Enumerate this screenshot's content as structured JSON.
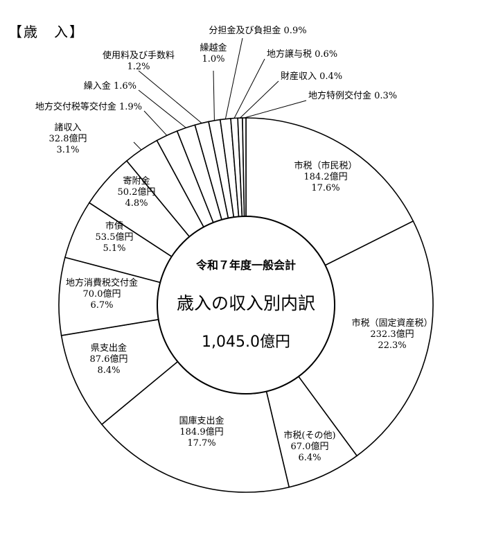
{
  "heading": "【歳　入】",
  "center": {
    "line1": "令和７年度一般会計",
    "line2": "歳入の収入別内訳",
    "line3": "1,045.0億円"
  },
  "chart_data": {
    "type": "pie",
    "title": "歳入の収入別内訳",
    "total": "1,045.0億円",
    "slices": [
      {
        "name": "市税（市民税）",
        "amount": "184.2億円",
        "percent": 17.6,
        "percent_label": "17.6%"
      },
      {
        "name": "市税（固定資産税）",
        "amount": "232.3億円",
        "percent": 22.3,
        "percent_label": "22.3%"
      },
      {
        "name": "市税(その他)",
        "amount": "67.0億円",
        "percent": 6.4,
        "percent_label": "6.4%"
      },
      {
        "name": "国庫支出金",
        "amount": "184.9億円",
        "percent": 17.7,
        "percent_label": "17.7%"
      },
      {
        "name": "県支出金",
        "amount": "87.6億円",
        "percent": 8.4,
        "percent_label": "8.4%"
      },
      {
        "name": "地方消費税交付金",
        "amount": "70.0億円",
        "percent": 6.7,
        "percent_label": "6.7%"
      },
      {
        "name": "市債",
        "amount": "53.5億円",
        "percent": 5.1,
        "percent_label": "5.1%"
      },
      {
        "name": "寄附金",
        "amount": "50.2億円",
        "percent": 4.8,
        "percent_label": "4.8%"
      },
      {
        "name": "諸収入",
        "amount": "32.8億円",
        "percent": 3.1,
        "percent_label": "3.1%"
      },
      {
        "name": "地方交付税等交付金",
        "amount": "",
        "percent": 1.9,
        "percent_label": "1.9%"
      },
      {
        "name": "繰入金",
        "amount": "",
        "percent": 1.6,
        "percent_label": "1.6%"
      },
      {
        "name": "使用料及び手数料",
        "amount": "",
        "percent": 1.2,
        "percent_label": "1.2%"
      },
      {
        "name": "繰越金",
        "amount": "",
        "percent": 1.0,
        "percent_label": "1.0%"
      },
      {
        "name": "分担金及び負担金",
        "amount": "",
        "percent": 0.9,
        "percent_label": "0.9%"
      },
      {
        "name": "地方譲与税",
        "amount": "",
        "percent": 0.6,
        "percent_label": "0.6%"
      },
      {
        "name": "財産収入",
        "amount": "",
        "percent": 0.4,
        "percent_label": "0.4%"
      },
      {
        "name": "地方特例交付金",
        "amount": "",
        "percent": 0.3,
        "percent_label": "0.3%"
      }
    ]
  }
}
